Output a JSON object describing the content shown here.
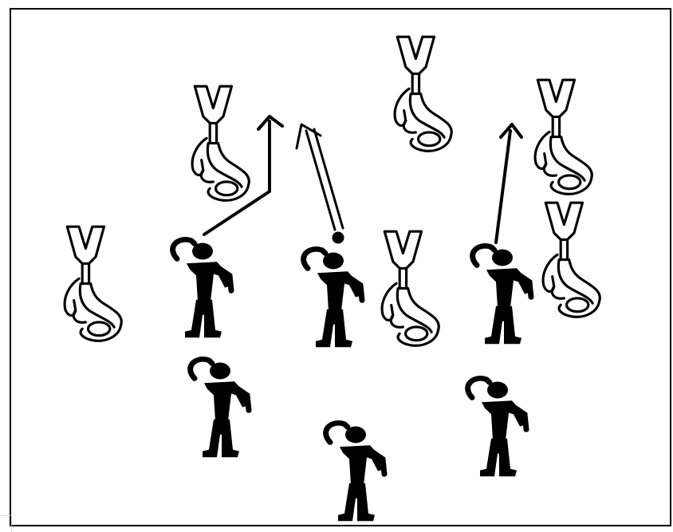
{
  "diagram": {
    "description_free": true,
    "colors": {
      "background": "#ffffff",
      "border": "#000000",
      "player_fill": "#000000",
      "defender_stroke": "#000000",
      "arrow": "#000000"
    },
    "players": [
      {
        "id": "player-1",
        "role": "attacker"
      },
      {
        "id": "player-2",
        "role": "attacker"
      },
      {
        "id": "player-3",
        "role": "attacker"
      },
      {
        "id": "player-4",
        "role": "attacker"
      },
      {
        "id": "player-5",
        "role": "attacker"
      },
      {
        "id": "player-6",
        "role": "attacker"
      }
    ],
    "defenders": [
      {
        "id": "defender-1"
      },
      {
        "id": "defender-2"
      },
      {
        "id": "defender-3"
      },
      {
        "id": "defender-4"
      },
      {
        "id": "defender-5"
      },
      {
        "id": "defender-6"
      }
    ],
    "movement_arrows": [
      {
        "id": "arrow-run-left",
        "type": "run"
      },
      {
        "id": "arrow-pass-center",
        "type": "pass"
      },
      {
        "id": "arrow-run-right",
        "type": "run"
      }
    ]
  }
}
